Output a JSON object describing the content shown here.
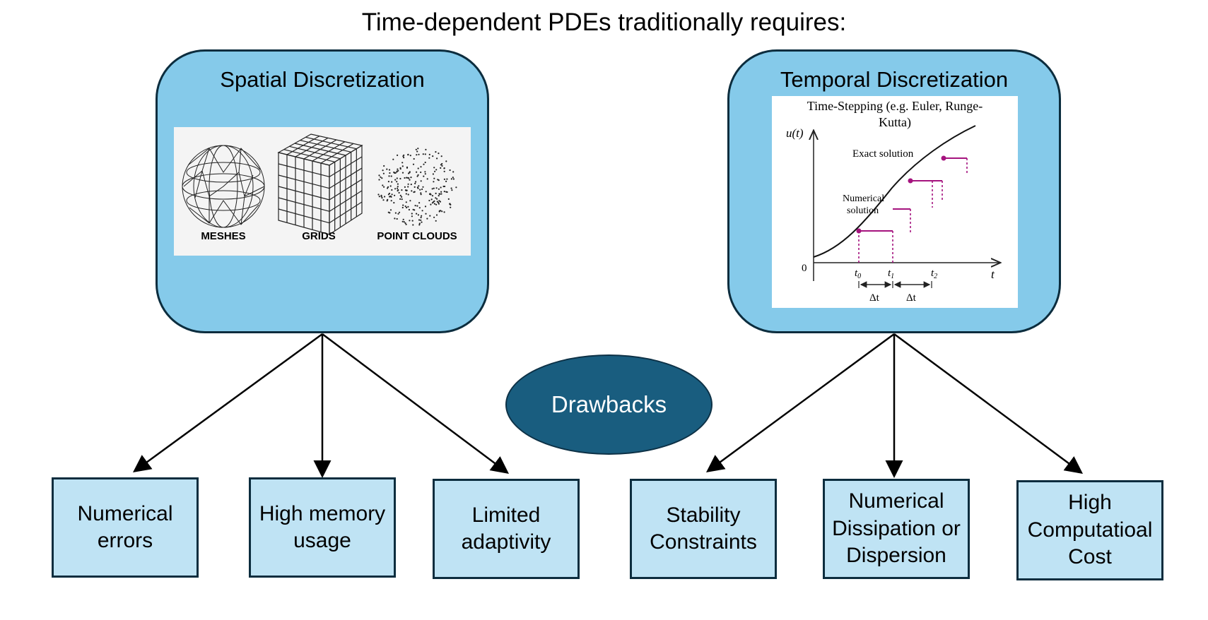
{
  "title": "Time-dependent PDEs traditionally requires:",
  "spatial": {
    "heading": "Spatial Discretization",
    "labels": [
      "MESHES",
      "GRIDS",
      "POINT CLOUDS"
    ]
  },
  "temporal": {
    "heading": "Temporal Discretization",
    "plot_title_line1": "Time-Stepping (e.g. Euler, Runge-",
    "plot_title_line2": "Kutta)",
    "y_axis": "u(t)",
    "origin": "0",
    "t_axis": "t",
    "exact": "Exact solution",
    "numerical_line1": "Numerical",
    "numerical_line2": "solution",
    "t0": "t0",
    "t1": "t1",
    "t2": "t2",
    "dt": "Δt"
  },
  "center_label": "Drawbacks",
  "drawbacks": [
    "Numerical\nerrors",
    "High memory\nusage",
    "Limited\nadaptivity",
    "Stability\nConstraints",
    "Numerical\nDissipation or\nDispersion",
    "High\nComputatioal\nCost"
  ],
  "colors": {
    "box_fill": "#85caea",
    "small_fill": "#bfe3f4",
    "border": "#0c2d3e",
    "ellipse": "#195d7f",
    "numerical": "#a5137e"
  }
}
